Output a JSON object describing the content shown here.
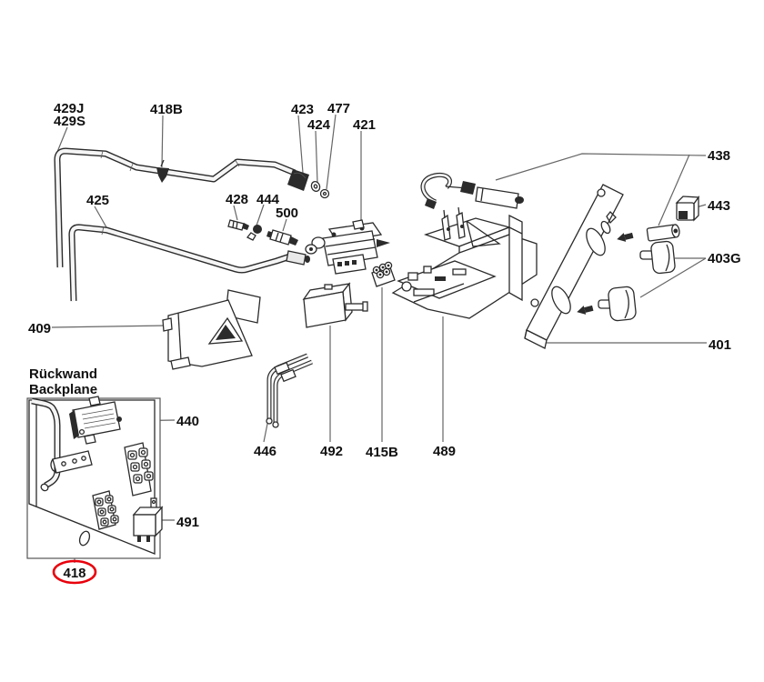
{
  "diagram": {
    "type": "exploded-parts-diagram",
    "region_caption": {
      "line1": "Rückwand",
      "line2": "Backplane"
    },
    "highlighted_part": "418",
    "highlight_color": "#e8000c",
    "line_color": "#2b2b2b",
    "leader_color": "#666666",
    "labels": {
      "429J": "429J",
      "429S": "429S",
      "418B": "418B",
      "423": "423",
      "424": "424",
      "477": "477",
      "421": "421",
      "425": "425",
      "428": "428",
      "444": "444",
      "500": "500",
      "409": "409",
      "438": "438",
      "443": "443",
      "403G": "403G",
      "401": "401",
      "440": "440",
      "446": "446",
      "492": "492",
      "415B": "415B",
      "489": "489",
      "491": "491",
      "418": "418"
    }
  }
}
